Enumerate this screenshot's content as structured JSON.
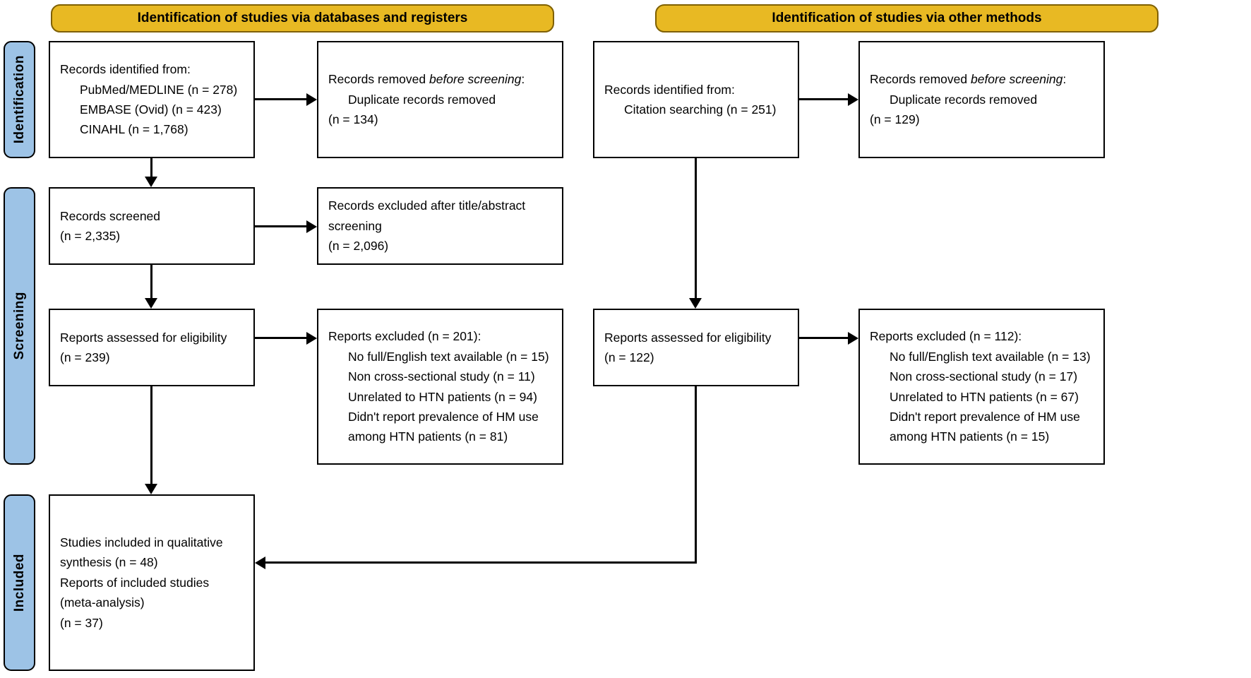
{
  "banners": {
    "left": "Identification of studies via databases and registers",
    "right": "Identification of studies via other methods"
  },
  "stages": {
    "identification": "Identification",
    "screening": "Screening",
    "included": "Included"
  },
  "left_column": {
    "records_identified": {
      "line1": "Records identified from:",
      "line2": "PubMed/MEDLINE (n = 278)",
      "line3": "EMBASE (Ovid) (n = 423)",
      "line4": "CINAHL (n = 1,768)"
    },
    "records_removed": {
      "line1_a": "Records removed ",
      "line1_b": "before screening",
      "line1_c": ":",
      "line2": "Duplicate records removed",
      "line3": "(n = 134)"
    },
    "records_screened": {
      "line1": "Records screened",
      "line2": "(n = 2,335)"
    },
    "records_excluded": {
      "line1": "Records excluded after title/abstract",
      "line2": "screening",
      "line3": "(n = 2,096)"
    },
    "reports_assessed": {
      "line1": "Reports assessed for eligibility",
      "line2": "(n = 239)"
    },
    "reports_excluded": {
      "line1": "Reports excluded (n = 201):",
      "line2": "No full/English text available (n = 15)",
      "line3": "Non cross-sectional study (n = 11)",
      "line4": "Unrelated to HTN patients (n = 94)",
      "line5": "Didn't report prevalence of HM use",
      "line6": "among HTN patients (n = 81)"
    }
  },
  "right_column": {
    "records_identified": {
      "line1": "Records identified from:",
      "line2": "Citation searching (n = 251)"
    },
    "records_removed": {
      "line1_a": "Records removed ",
      "line1_b": "before screening",
      "line1_c": ":",
      "line2": "Duplicate records removed",
      "line3": "(n = 129)"
    },
    "reports_assessed": {
      "line1": "Reports assessed for eligibility",
      "line2": "(n = 122)"
    },
    "reports_excluded": {
      "line1": "Reports excluded (n = 112):",
      "line2": "No full/English text available (n = 13)",
      "line3": "Non cross-sectional study (n = 17)",
      "line4": "Unrelated to HTN patients (n = 67)",
      "line5": "Didn't report prevalence of HM use",
      "line6": "among HTN patients (n = 15)"
    }
  },
  "included_box": {
    "line1": "Studies included in qualitative",
    "line2": "synthesis (n = 48)",
    "line3": "Reports of included studies",
    "line4": "(meta-analysis)",
    "line5": "(n = 37)"
  },
  "colors": {
    "banner_fill": "#E8B923",
    "banner_border": "#7F6000",
    "stage_fill": "#9DC3E6",
    "box_border": "#000000",
    "page_background": "#FFFFFF"
  }
}
